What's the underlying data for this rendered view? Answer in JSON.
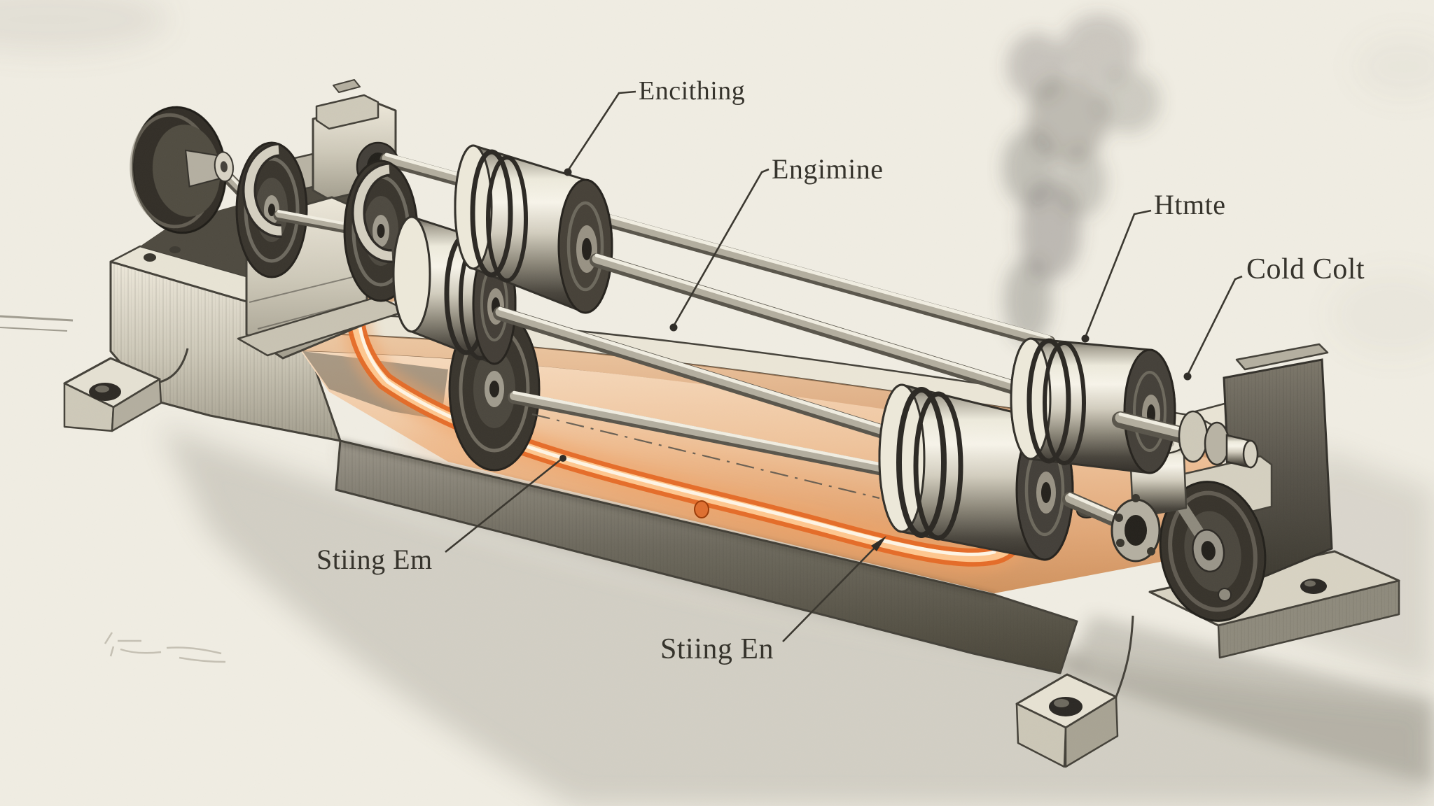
{
  "labels": {
    "hot_top": "Encithing",
    "engine": "Engimine",
    "heat": "Htmte",
    "cold": "Cold Colt",
    "displacer": "Stiing Em",
    "power": "Stiing En"
  },
  "colors": {
    "paper": "#f1eee4",
    "ink": "#35322b",
    "pencil_dark": "#3b382f",
    "metal_light": "#f3f0e5",
    "interior_peach": "#f0c49c",
    "glow_orange": "#e66a26",
    "glow_mid": "#ffc890",
    "glow_core": "#fff6e6",
    "smoke": "#56534e",
    "shadow": "#8e8a7e"
  }
}
